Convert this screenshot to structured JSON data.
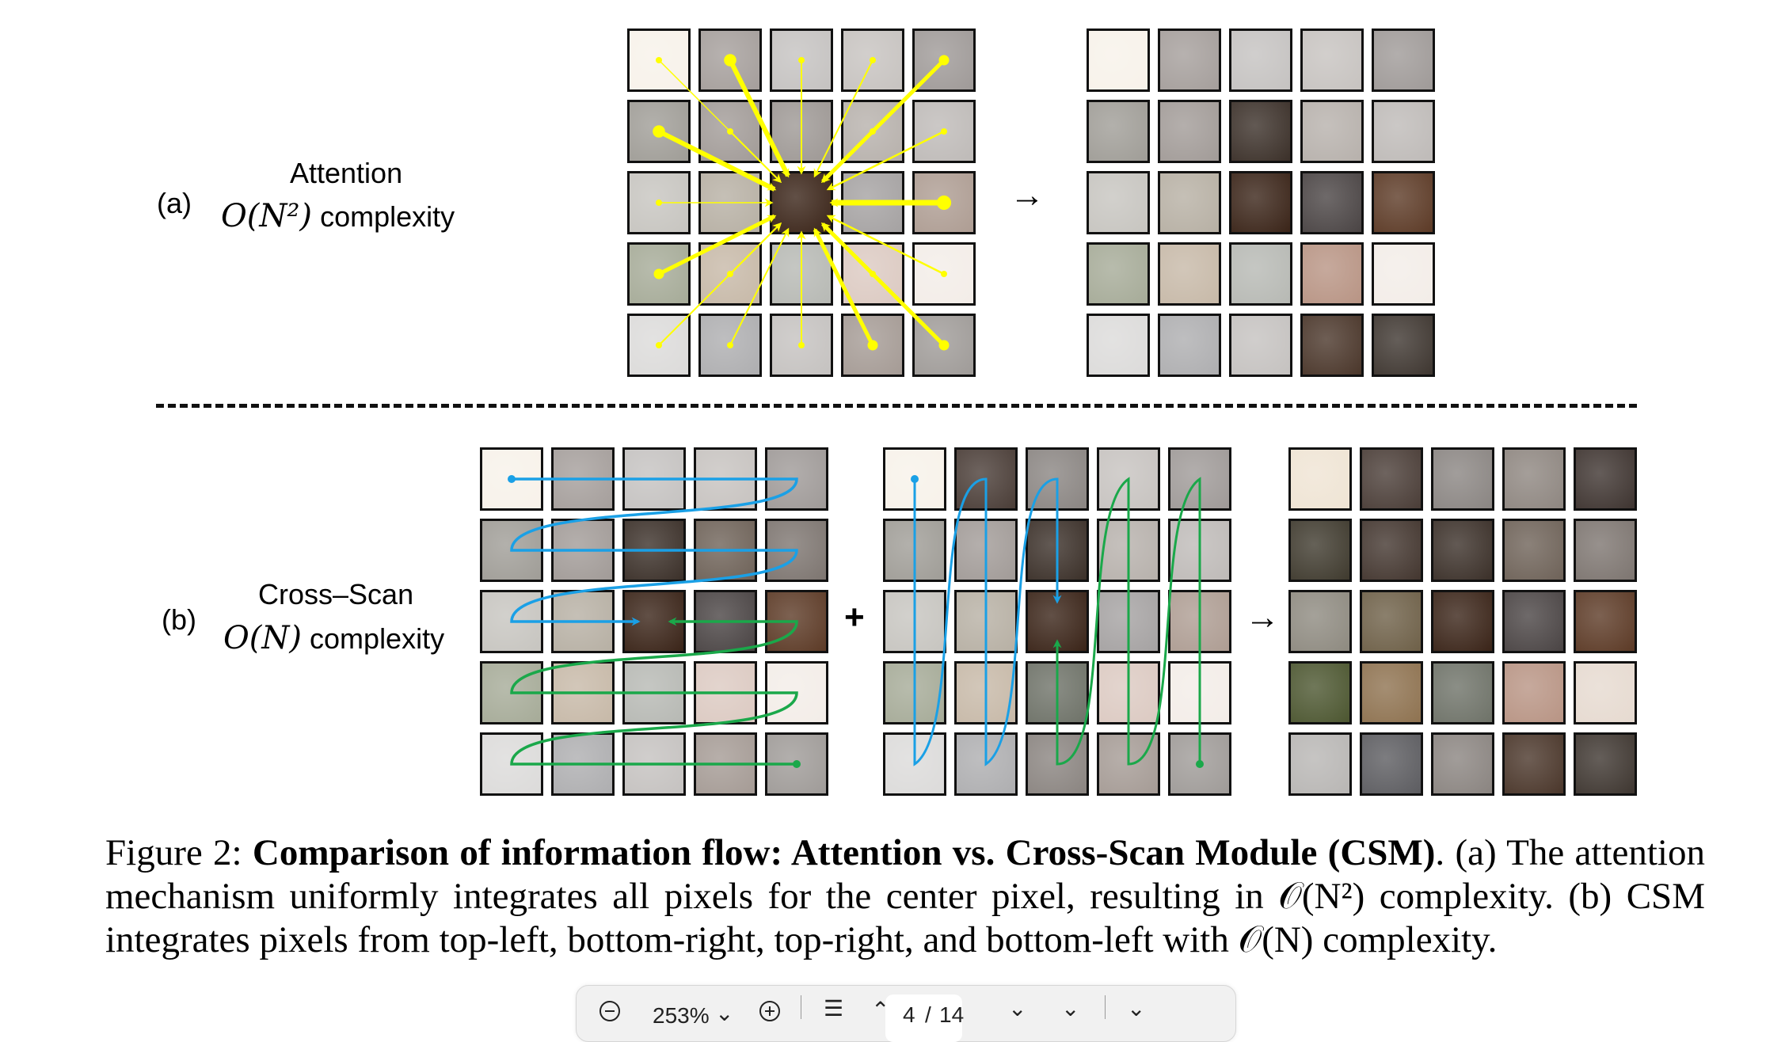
{
  "figure": {
    "panel_a": {
      "tag": "(a)",
      "title": "Attention",
      "complexity_math": "O(N²)",
      "complexity_word": "complexity",
      "arrow": "→",
      "line_color": "#ffff00"
    },
    "panel_b": {
      "tag": "(b)",
      "title": "Cross–Scan",
      "complexity_math": "O(N)",
      "complexity_word": "complexity",
      "plus": "+",
      "arrow": "→",
      "blue": "#1aa0e6",
      "green": "#1aa84a"
    },
    "cell_colors": [
      [
        "#efe4d4",
        "#4a3d37",
        "#8a8582",
        "#8e8680",
        "#3e3430"
      ],
      [
        "#3f3a2e",
        "#43362f",
        "#3b3029",
        "#6e6258",
        "#7d7570"
      ],
      [
        "#8e8a80",
        "#6e6048",
        "#3a2418",
        "#4a4444",
        "#5c3a26"
      ],
      [
        "#4c5630",
        "#8e7250",
        "#6e7268",
        "#b89484",
        "#e6dad0"
      ],
      [
        "#b8b6b4",
        "#5c5c60",
        "#8a8480",
        "#4a362a",
        "#3e3630"
      ]
    ]
  },
  "caption": {
    "prefix": "Figure 2: ",
    "bold": "Comparison of information flow: Attention vs. Cross-Scan Module (CSM)",
    "text": ". (a) The attention mechanism uniformly integrates all pixels for the center pixel, resulting in 𝒪(N²) complexity. (b) CSM integrates pixels from top-left, bottom-right, top-right, and bottom-left with 𝒪(N) complexity."
  },
  "toolbar": {
    "zoom_level": "253%",
    "page_current": "4",
    "page_sep": "/",
    "page_total": "14"
  }
}
